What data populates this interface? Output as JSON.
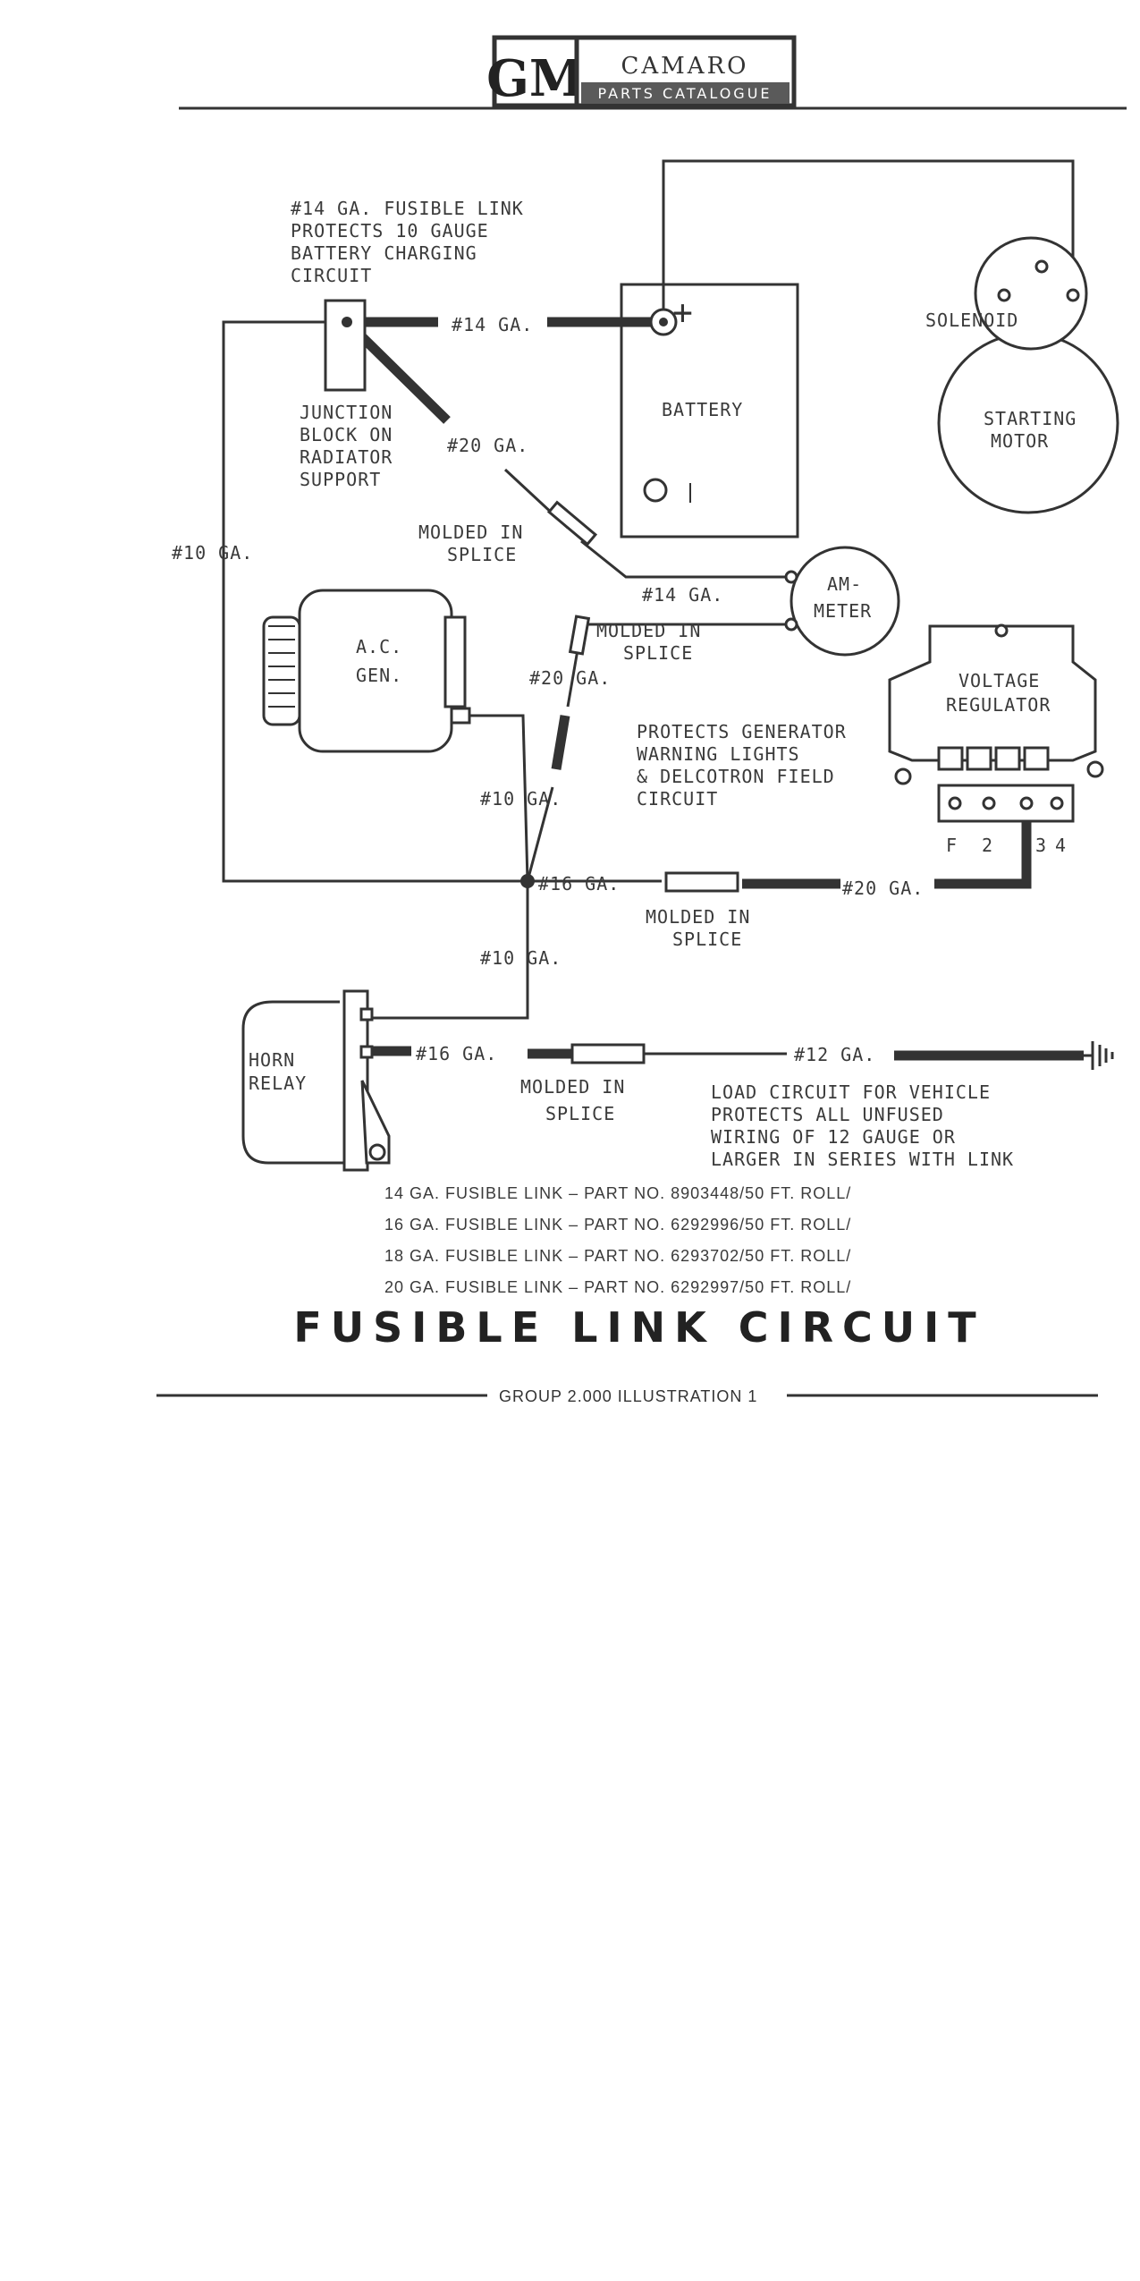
{
  "header": {
    "logo_text": "GM",
    "model": "CAMARO",
    "catalogue": "PARTS CATALOGUE"
  },
  "labels": {
    "fusible_note": [
      "#14 GA. FUSIBLE LINK",
      "PROTECTS 10 GAUGE",
      "BATTERY CHARGING",
      "CIRCUIT"
    ],
    "junction_block": [
      "JUNCTION",
      "BLOCK ON",
      "RADIATOR",
      "SUPPORT"
    ],
    "battery": "BATTERY",
    "battery_plus": "+",
    "solenoid": "SOLENOID",
    "starting_motor": [
      "STARTING",
      "MOTOR"
    ],
    "ga14_top": "#14 GA.",
    "ga20_a": "#20 GA.",
    "molded_splice_1": [
      "MOLDED IN",
      "SPLICE"
    ],
    "ga10_left": "#10 GA.",
    "ammeter": [
      "AM-",
      "METER"
    ],
    "ga14_mid": "#14 GA.",
    "molded_splice_2": [
      "MOLDED IN",
      "SPLICE"
    ],
    "ac_gen": [
      "A.C.",
      "GEN."
    ],
    "ga20_b": "#20 GA.",
    "voltage_regulator": [
      "VOLTAGE",
      "REGULATOR"
    ],
    "protects_note": [
      "PROTECTS GENERATOR",
      "WARNING LIGHTS",
      "& DELCOTRON FIELD",
      "CIRCUIT"
    ],
    "ga10_mid": "#10 GA.",
    "terminals": [
      "F",
      "2",
      "3",
      "4"
    ],
    "ga16_mid": "#16 GA.",
    "molded_splice_3": [
      "MOLDED IN",
      "SPLICE"
    ],
    "ga20_c": "#20 GA.",
    "ga10_low": "#10 GA.",
    "horn_relay": [
      "HORN",
      "RELAY"
    ],
    "ga16_low": "#16 GA.",
    "molded_splice_4": [
      "MOLDED IN",
      "SPLICE"
    ],
    "ga12": "#12 GA.",
    "load_note": [
      "LOAD CIRCUIT FOR VEHICLE",
      "PROTECTS ALL UNFUSED",
      "WIRING OF 12 GAUGE OR",
      "LARGER IN SERIES WITH LINK"
    ]
  },
  "parts_list": [
    "14 GA. FUSIBLE LINK – PART NO. 8903448/50 FT. ROLL/",
    "16 GA. FUSIBLE LINK – PART NO. 6292996/50 FT. ROLL/",
    "18 GA. FUSIBLE LINK – PART NO. 6293702/50 FT. ROLL/",
    "20 GA. FUSIBLE LINK – PART NO. 6292997/50 FT. ROLL/"
  ],
  "title": "FUSIBLE LINK CIRCUIT",
  "footer": "GROUP 2.000 ILLUSTRATION 1"
}
